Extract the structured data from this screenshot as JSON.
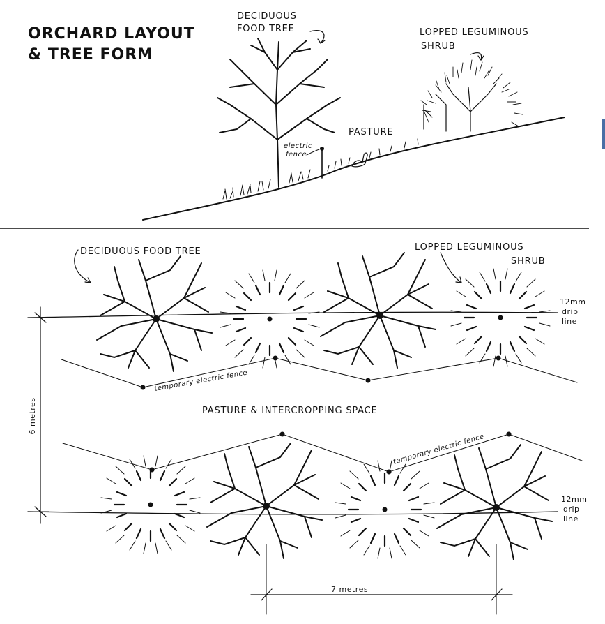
{
  "title_line1": "ORCHARD LAYOUT",
  "title_line2": "& TREE FORM",
  "section": {
    "deciduous_l1": "DECIDUOUS",
    "deciduous_l2": "FOOD TREE",
    "lopped_l1": "LOPPED LEGUMINOUS",
    "lopped_l2": "SHRUB",
    "pasture": "PASTURE",
    "fence_l1": "electric",
    "fence_l2": "fence"
  },
  "plan": {
    "deciduous": "DECIDUOUS FOOD TREE",
    "lopped_l1": "LOPPED LEGUMINOUS",
    "lopped_l2": "SHRUB",
    "drip_l1": "12mm",
    "drip_l2": "drip",
    "drip_l3": "line",
    "fence_top": "temporary electric fence",
    "fence_bottom": "temporary electric fence",
    "middle": "PASTURE & INTERCROPPING SPACE",
    "dim_vertical": "6 metres",
    "dim_horizontal": "7 metres"
  },
  "colors": {
    "ink": "#111111",
    "accent_tab": "#4a6fa5"
  }
}
